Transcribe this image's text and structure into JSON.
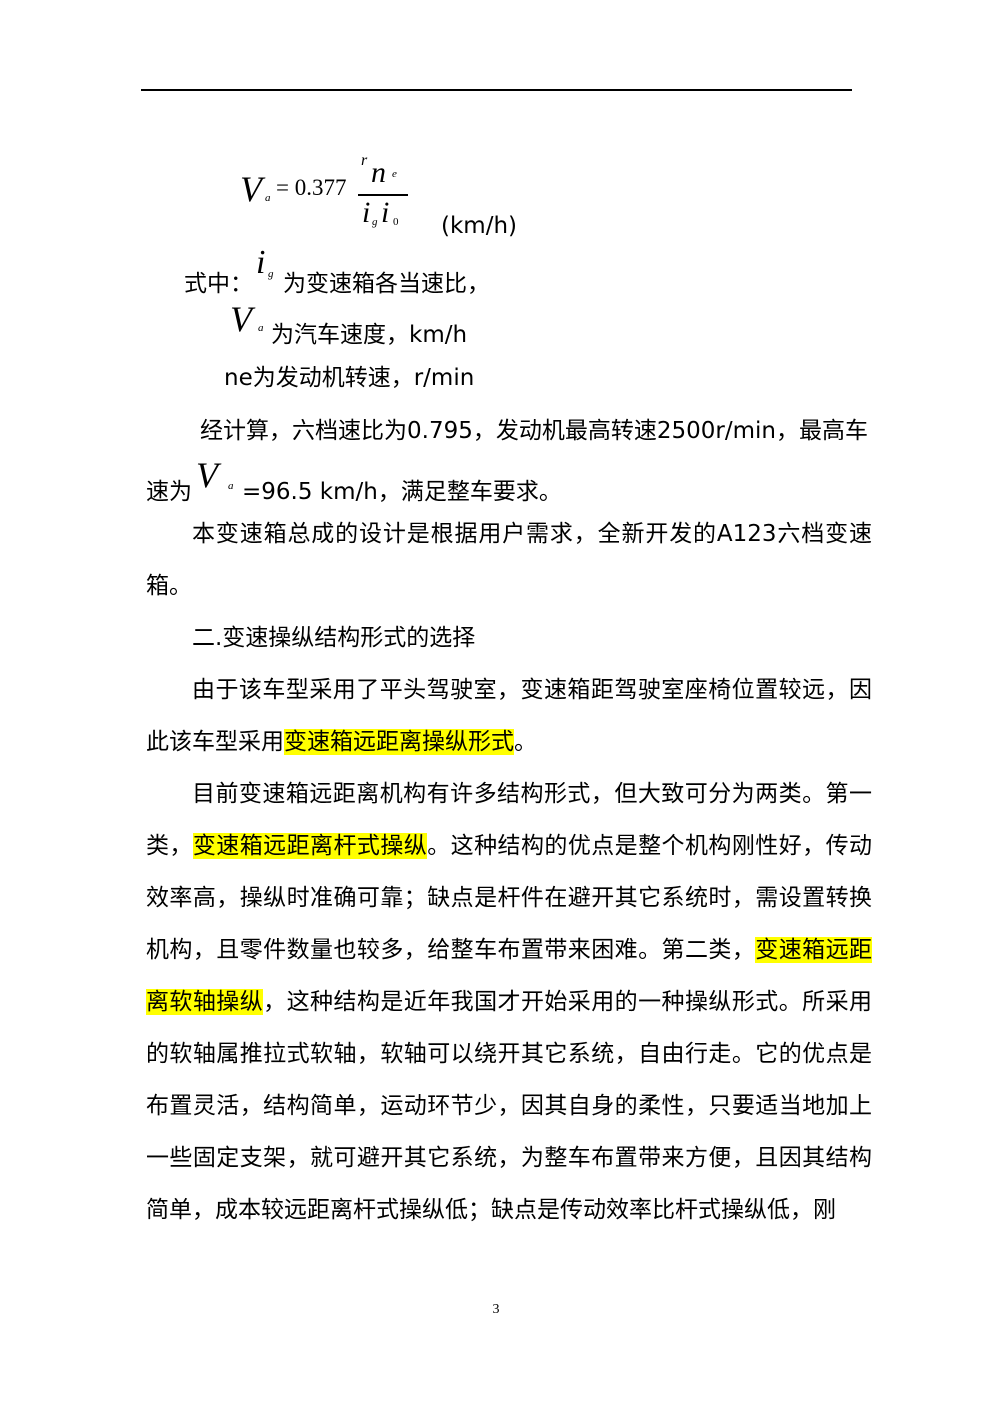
{
  "formula": {
    "lhs_var": "V",
    "lhs_sub": "a",
    "eq_const": "= 0.377",
    "num_r": "r",
    "num_n": "n",
    "num_sub": "e",
    "den_i": "i",
    "den_sub_g": "g",
    "den_i2": "i",
    "den_sub_0": "0",
    "unit": "(km/h)"
  },
  "definitions": {
    "prefix": "式中：",
    "ig_var": "i",
    "ig_sub": "g",
    "ig_desc": "为变速箱各当速比，",
    "va_var": "V",
    "va_sub": "a",
    "va_desc": "为汽车速度，km/h",
    "ne_line": "ne为发动机转速，r/min"
  },
  "calc": {
    "line1": "经计算，六档速比为0.795，发动机最高转速2500r/min，最高车",
    "line2_prefix": "速为",
    "va_var": "V",
    "va_sub": "a",
    "line2_suffix": "=96.5 km/h，满足整车要求。"
  },
  "para_design": "本变速箱总成的设计是根据用户需求，全新开发的A123六档变速箱。",
  "heading": "二.变速操纵结构形式的选择",
  "para_reason": {
    "pre": "由于该车型采用了平头驾驶室，变速箱距驾驶室座椅位置较远，因此该车型采用",
    "hl": "变速箱远距离操纵形式",
    "post": "。"
  },
  "para_main": {
    "t1": "目前变速箱远距离机构有许多结构形式，但大致可分为两类。第一类，",
    "h1": "变速箱远距离杆式操纵",
    "t2": "。这种结构的优点是整个机构刚性好，传动效率高，操纵时准确可靠；缺点是杆件在避开其它系统时，需设置转换机构，且零件数量也较多，给整车布置带来困难。第二类，",
    "h2": "变速箱远距离软轴操纵",
    "t3": "，这种结构是近年我国才开始采用的一种操纵形式。所采用的软轴属推拉式软轴，软轴可以绕开其它系统，自由行走。它的优点是布置灵活，结构简单，运动环节少，因其自身的柔性，只要适当地加上一些固定支架，就可避开其它系统，为整车布置带来方便，且因其结构简单，成本较远距离杆式操纵低；缺点是传动效率比杆式操纵低，刚"
  },
  "page_number": "3"
}
